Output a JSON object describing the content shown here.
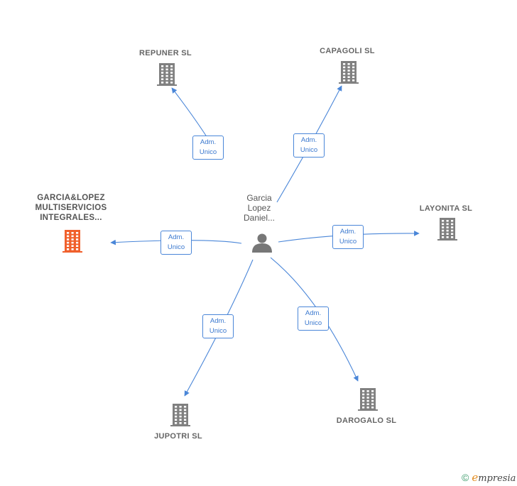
{
  "center": {
    "name_lines": [
      "Garcia",
      "Lopez",
      "Daniel..."
    ],
    "icon": "person-icon"
  },
  "companies": [
    {
      "id": "repuner",
      "name_lines": [
        "REPUNER  SL"
      ],
      "icon": "building-icon",
      "color": "#808080"
    },
    {
      "id": "capagoli",
      "name_lines": [
        "CAPAGOLI SL"
      ],
      "icon": "building-icon",
      "color": "#808080"
    },
    {
      "id": "garcia",
      "name_lines": [
        "GARCIA&LOPEZ",
        "MULTISERVICIOS",
        "INTEGRALES..."
      ],
      "icon": "building-icon",
      "color": "#f0602c"
    },
    {
      "id": "layonita",
      "name_lines": [
        "LAYONITA  SL"
      ],
      "icon": "building-icon",
      "color": "#808080"
    },
    {
      "id": "jupotri",
      "name_lines": [
        "JUPOTRI  SL"
      ],
      "icon": "building-icon",
      "color": "#808080"
    },
    {
      "id": "darogalo",
      "name_lines": [
        "DAROGALO SL"
      ],
      "icon": "building-icon",
      "color": "#808080"
    }
  ],
  "edges": [
    {
      "to": "repuner",
      "role_lines": [
        "Adm.",
        "Unico"
      ]
    },
    {
      "to": "capagoli",
      "role_lines": [
        "Adm.",
        "Unico"
      ]
    },
    {
      "to": "garcia",
      "role_lines": [
        "Adm.",
        "Unico"
      ]
    },
    {
      "to": "layonita",
      "role_lines": [
        "Adm.",
        "Unico"
      ]
    },
    {
      "to": "jupotri",
      "role_lines": [
        "Adm.",
        "Unico"
      ]
    },
    {
      "to": "darogalo",
      "role_lines": [
        "Adm.",
        "Unico"
      ]
    }
  ],
  "colors": {
    "edge": "#4a86d8",
    "building": "#808080",
    "highlight": "#f0602c",
    "person": "#777777"
  },
  "brand": {
    "copyright": "©",
    "initial": "e",
    "rest": "mpresia"
  }
}
